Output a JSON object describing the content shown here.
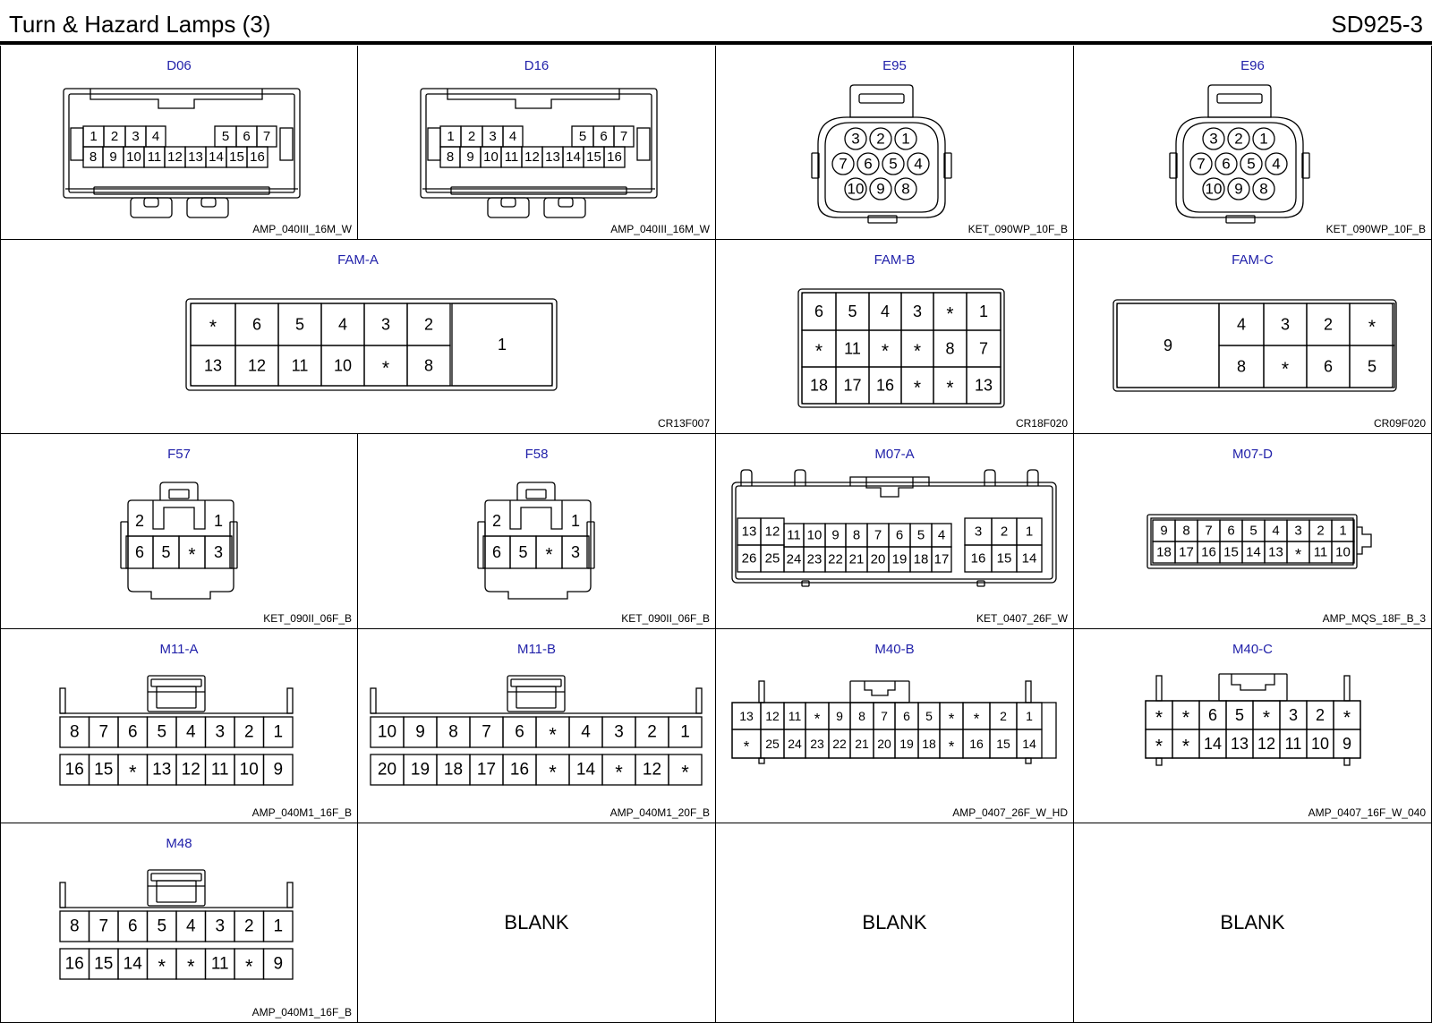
{
  "header": {
    "title": "Turn & Hazard Lamps (3)",
    "code": "SD925-3"
  },
  "connectors": [
    {
      "id": "D06",
      "label": "D06",
      "code": "AMP_040III_16M_W",
      "shape": "amp16",
      "rows": [
        [
          "1",
          "2",
          "3",
          "4",
          "",
          "",
          "5",
          "6",
          "7"
        ],
        [
          "8",
          "9",
          "10",
          "11",
          "12",
          "13",
          "14",
          "15",
          "16"
        ]
      ]
    },
    {
      "id": "D16",
      "label": "D16",
      "code": "AMP_040III_16M_W",
      "shape": "amp16",
      "rows": [
        [
          "1",
          "2",
          "3",
          "4",
          "",
          "",
          "5",
          "6",
          "7"
        ],
        [
          "8",
          "9",
          "10",
          "11",
          "12",
          "13",
          "14",
          "15",
          "16"
        ]
      ]
    },
    {
      "id": "E95",
      "label": "E95",
      "code": "KET_090WP_10F_B",
      "shape": "round10",
      "rows": [
        [
          "3",
          "2",
          "1"
        ],
        [
          "7",
          "6",
          "5",
          "4"
        ],
        [
          "10",
          "9",
          "8"
        ]
      ]
    },
    {
      "id": "E96",
      "label": "E96",
      "code": "KET_090WP_10F_B",
      "shape": "round10",
      "rows": [
        [
          "3",
          "2",
          "1"
        ],
        [
          "7",
          "6",
          "5",
          "4"
        ],
        [
          "10",
          "9",
          "8"
        ]
      ]
    },
    {
      "id": "FAM-A",
      "label": "FAM-A",
      "code": "CR13F007",
      "shape": "famA",
      "rows": [
        [
          "*",
          "6",
          "5",
          "4",
          "3",
          "2"
        ],
        [
          "13",
          "12",
          "11",
          "10",
          "*",
          "8"
        ]
      ],
      "big": "1"
    },
    {
      "id": "FAM-B",
      "label": "FAM-B",
      "code": "CR18F020",
      "shape": "famB",
      "rows": [
        [
          "6",
          "5",
          "4",
          "3",
          "*",
          "1"
        ],
        [
          "*",
          "11",
          "*",
          "*",
          "8",
          "7"
        ],
        [
          "18",
          "17",
          "16",
          "*",
          "*",
          "13"
        ]
      ]
    },
    {
      "id": "FAM-C",
      "label": "FAM-C",
      "code": "CR09F020",
      "shape": "famC",
      "rows": [
        [
          "4",
          "3",
          "2",
          "*"
        ],
        [
          "8",
          "*",
          "6",
          "5"
        ]
      ],
      "big": "9"
    },
    {
      "id": "F57",
      "label": "F57",
      "code": "KET_090II_06F_B",
      "shape": "ket6",
      "rows": [
        [
          "2",
          "1"
        ],
        [
          "6",
          "5",
          "*",
          "3"
        ]
      ]
    },
    {
      "id": "F58",
      "label": "F58",
      "code": "KET_090II_06F_B",
      "shape": "ket6",
      "rows": [
        [
          "2",
          "1"
        ],
        [
          "6",
          "5",
          "*",
          "3"
        ]
      ]
    },
    {
      "id": "M07-A",
      "label": "M07-A",
      "code": "KET_0407_26F_W",
      "shape": "ket26",
      "rows": [
        [
          "13",
          "12",
          "11",
          "10",
          "9",
          "8",
          "7",
          "6",
          "5",
          "4",
          "3",
          "2",
          "1"
        ],
        [
          "26",
          "25",
          "24",
          "23",
          "22",
          "21",
          "20",
          "19",
          "18",
          "17",
          "16",
          "15",
          "14"
        ]
      ]
    },
    {
      "id": "M07-D",
      "label": "M07-D",
      "code": "AMP_MQS_18F_B_3",
      "shape": "mqs18",
      "rows": [
        [
          "9",
          "8",
          "7",
          "6",
          "5",
          "4",
          "3",
          "2",
          "1"
        ],
        [
          "18",
          "17",
          "16",
          "15",
          "14",
          "13",
          "*",
          "11",
          "10"
        ]
      ]
    },
    {
      "id": "M11-A",
      "label": "M11-A",
      "code": "AMP_040M1_16F_B",
      "shape": "m1",
      "rows": [
        [
          "8",
          "7",
          "6",
          "5",
          "4",
          "3",
          "2",
          "1"
        ],
        [
          "16",
          "15",
          "*",
          "13",
          "12",
          "11",
          "10",
          "9"
        ]
      ]
    },
    {
      "id": "M11-B",
      "label": "M11-B",
      "code": "AMP_040M1_20F_B",
      "shape": "m1",
      "rows": [
        [
          "10",
          "9",
          "8",
          "7",
          "6",
          "*",
          "4",
          "3",
          "2",
          "1"
        ],
        [
          "20",
          "19",
          "18",
          "17",
          "16",
          "*",
          "14",
          "*",
          "12",
          "*"
        ]
      ]
    },
    {
      "id": "M40-B",
      "label": "M40-B",
      "code": "AMP_0407_26F_W_HD",
      "shape": "hd26",
      "rows": [
        [
          "13",
          "12",
          "11",
          "*",
          "9",
          "8",
          "7",
          "6",
          "5",
          "*",
          "*",
          "2",
          "1"
        ],
        [
          "*",
          "25",
          "24",
          "23",
          "22",
          "21",
          "20",
          "19",
          "18",
          "*",
          "16",
          "15",
          "14"
        ]
      ]
    },
    {
      "id": "M40-C",
      "label": "M40-C",
      "code": "AMP_0407_16F_W_040",
      "shape": "w16",
      "rows": [
        [
          "*",
          "*",
          "6",
          "5",
          "*",
          "3",
          "2",
          "*"
        ],
        [
          "*",
          "*",
          "14",
          "13",
          "12",
          "11",
          "10",
          "9"
        ]
      ]
    },
    {
      "id": "M48",
      "label": "M48",
      "code": "AMP_040M1_16F_B",
      "shape": "m1",
      "rows": [
        [
          "8",
          "7",
          "6",
          "5",
          "4",
          "3",
          "2",
          "1"
        ],
        [
          "16",
          "15",
          "14",
          "*",
          "*",
          "11",
          "*",
          "9"
        ]
      ]
    }
  ],
  "blank_label": "BLANK"
}
